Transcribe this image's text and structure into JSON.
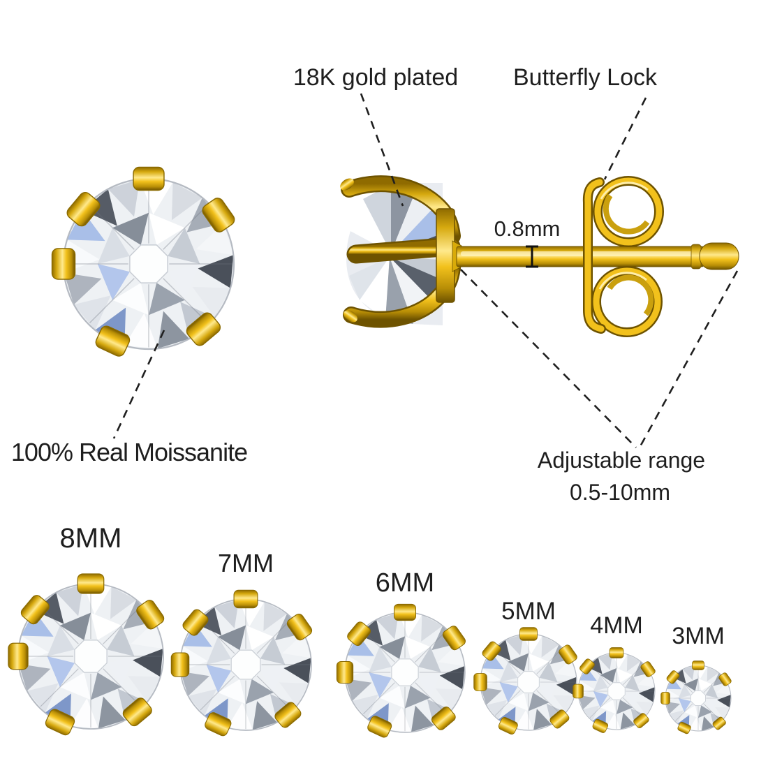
{
  "annotations": {
    "plating": "18K gold plated",
    "lock": "Butterfly Lock",
    "post_diameter": "0.8mm",
    "stone_material": "100% Real Moissanite",
    "adjustable_range_label": "Adjustable range",
    "adjustable_range_value": "0.5-10mm"
  },
  "sizes": [
    {
      "label": "8MM"
    },
    {
      "label": "7MM"
    },
    {
      "label": "6MM"
    },
    {
      "label": "5MM"
    },
    {
      "label": "4MM"
    },
    {
      "label": "3MM"
    }
  ],
  "colors": {
    "gold": "#f2c11c",
    "gold_dark": "#6e5300",
    "stone_gray": "#aab0ba",
    "stone_blue": "#9db6e4",
    "text": "#1e1e1e",
    "background": "#ffffff"
  }
}
